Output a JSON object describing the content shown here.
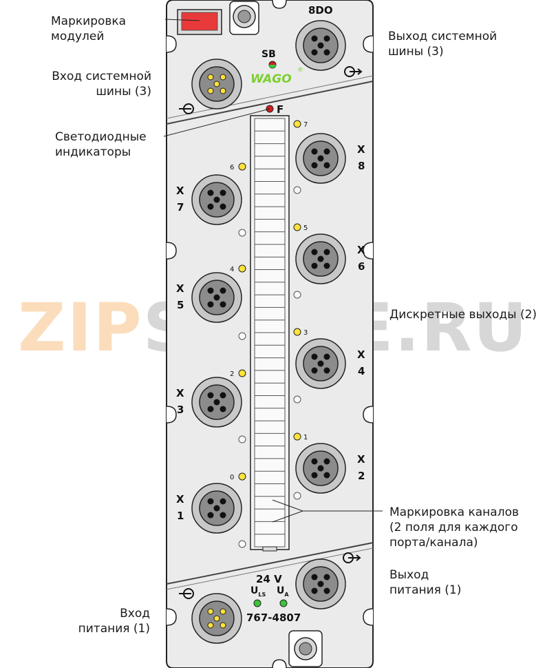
{
  "module": {
    "name": "8DO",
    "sb_label": "SB",
    "brand": "WAGO",
    "f_label": "F",
    "voltage": "24 V",
    "uls_label": "U",
    "uls_sub": "LS",
    "ua_label": "U",
    "ua_sub": "A",
    "part_number": "767-4807"
  },
  "callouts": {
    "module_marking": [
      "Маркировка",
      "модулей"
    ],
    "bus_input": [
      "Вход системной",
      "шины (3)"
    ],
    "leds": [
      "Светодиодные",
      "индикаторы"
    ],
    "bus_output": [
      "Выход системной",
      "шины (3)"
    ],
    "digital_outputs": [
      "Дискретные выходы (2)"
    ],
    "channel_marking": [
      "Маркировка каналов",
      "(2 поля для каждого",
      "порта/канала)"
    ],
    "power_output": [
      "Выход",
      "питания (1)"
    ],
    "power_input": [
      "Вход",
      "питания (1)"
    ]
  },
  "ports": [
    {
      "id": "X7",
      "letter": "X",
      "num": "7",
      "led": "6"
    },
    {
      "id": "X8",
      "letter": "X",
      "num": "8",
      "led": "7"
    },
    {
      "id": "X5",
      "letter": "X",
      "num": "5",
      "led": "4"
    },
    {
      "id": "X6",
      "letter": "X",
      "num": "6",
      "led": "5"
    },
    {
      "id": "X3",
      "letter": "X",
      "num": "3",
      "led": "2"
    },
    {
      "id": "X4",
      "letter": "X",
      "num": "4",
      "led": "3"
    },
    {
      "id": "X1",
      "letter": "X",
      "num": "1",
      "led": "0"
    },
    {
      "id": "X2",
      "letter": "X",
      "num": "2",
      "led": "1"
    }
  ],
  "watermark": {
    "part1": "ZIP",
    "part2": "STORE.RU"
  },
  "colors": {
    "housing": "#e9e9e9",
    "led_on": "#ffe23a",
    "led_green": "#3bc43b",
    "led_red": "#d41d1d",
    "marker_red": "#e83a3a",
    "brand_green": "#7ccf2f"
  }
}
